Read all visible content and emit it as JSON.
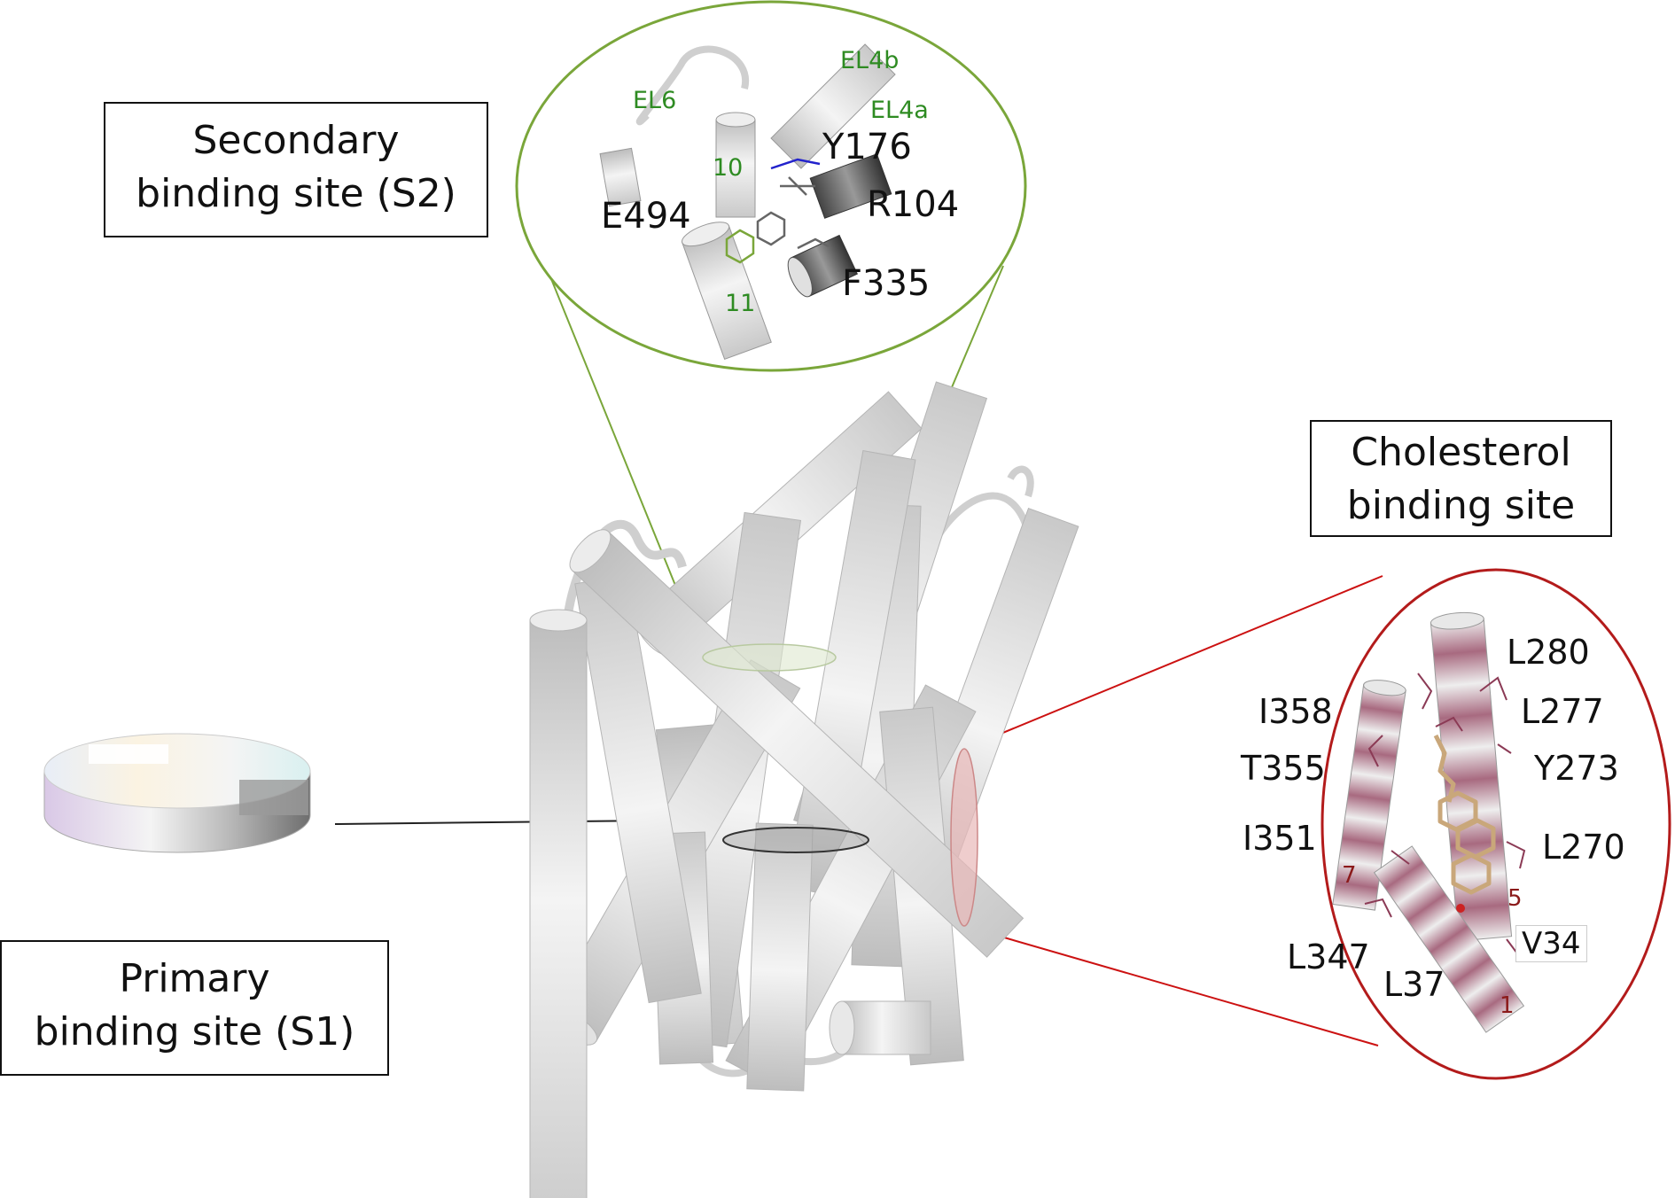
{
  "boxes": {
    "secondary": [
      "Secondary",
      "binding site (S2)"
    ],
    "cholesterol": [
      "Cholesterol",
      "binding site"
    ],
    "primary": [
      "Primary",
      "binding site (S1)"
    ]
  },
  "s2_inset": {
    "loops": [
      "EL6",
      "EL4b",
      "EL4a"
    ],
    "helices": [
      "10",
      "11"
    ],
    "residues": [
      "Y176",
      "E494",
      "R104",
      "F335"
    ]
  },
  "chol_inset": {
    "residues": [
      "L280",
      "L277",
      "I358",
      "T355",
      "Y273",
      "I351",
      "L270",
      "L347",
      "L37",
      "V34"
    ],
    "helices": [
      "7",
      "5",
      "1"
    ]
  },
  "colors": {
    "s2_accent": "#7aa63a",
    "s2_label": "#2e8b22",
    "chol_accent": "#cc1111",
    "chol_helix_label": "#8b1a1a",
    "helix_grey": "#d8d8d8"
  }
}
